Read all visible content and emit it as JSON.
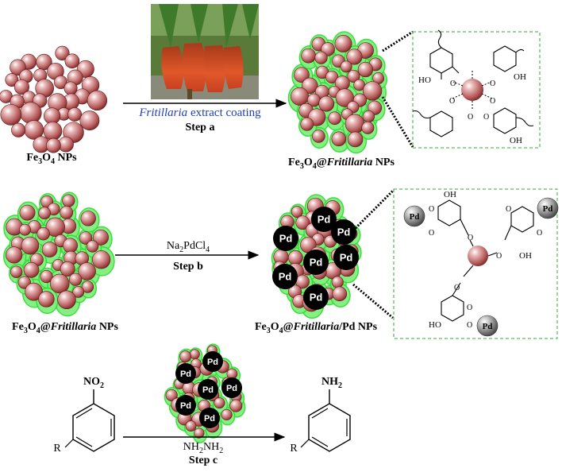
{
  "colors": {
    "particle": "#c06a6a",
    "coating": "#33dd33",
    "pd": "#000000",
    "nitro": "#e01010",
    "amine": "#1020d0",
    "extract_text": "#2040c0",
    "inset_border": "#33aa33"
  },
  "row1": {
    "fe3o4_label": "Fe3O4 NPs",
    "arrow_top_text": "Fritillaria extract coating",
    "arrow_bottom_text": "Step a",
    "product_label": "Fe3O4@Fritillaria NPs",
    "inset_substituent": "HO",
    "inset_substituent_2": "OH"
  },
  "row2": {
    "reactant_label": "Fe3O4@Fritillaria NPs",
    "reagent": "Na2PdCl4",
    "step": "Step b",
    "product_label": "Fe3O4@Fritillaria/Pd NPs",
    "pd": "Pd"
  },
  "row3": {
    "reagent": "NH2NH2",
    "step": "Step c",
    "nitro_group": "NO2",
    "amine_group": "NH2",
    "r_group": "R"
  }
}
